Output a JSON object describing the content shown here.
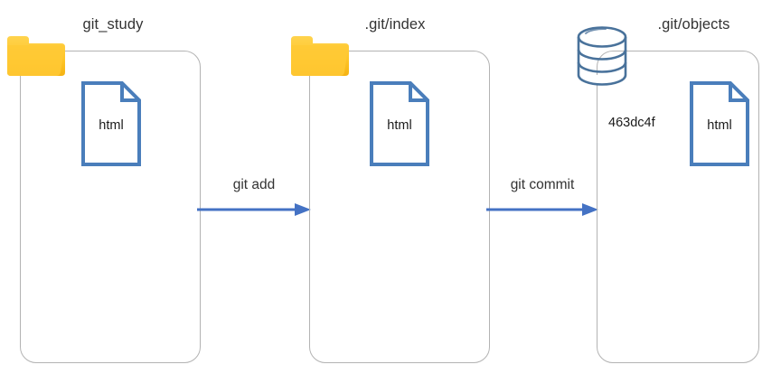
{
  "diagram": {
    "title": "git workflow: working directory to index to object store",
    "background": "#ffffff",
    "accent_blue": "#4472C4",
    "file_outline": "#4A7EBB",
    "folder_color": "#FFC629",
    "container_border": "#b3b3b3",
    "text_color": "#333333"
  },
  "areas": [
    {
      "id": "git-study",
      "label": "git_study",
      "icon": "folder-icon",
      "files": [
        {
          "label": "html",
          "icon": "file-icon"
        }
      ],
      "hash": ""
    },
    {
      "id": "git-index",
      "label": ".git/index",
      "icon": "folder-icon",
      "files": [
        {
          "label": "html",
          "icon": "file-icon"
        }
      ],
      "hash": ""
    },
    {
      "id": "git-objects",
      "label": ".git/objects",
      "icon": "database-icon",
      "files": [
        {
          "label": "html",
          "icon": "file-icon"
        }
      ],
      "hash": "463dc4f"
    }
  ],
  "arrows": [
    {
      "id": "git-add",
      "label": "git add",
      "from": "git_study",
      "to": ".git/index"
    },
    {
      "id": "git-commit",
      "label": "git commit",
      "from": ".git/index",
      "to": ".git/objects"
    }
  ],
  "watermark": {
    "text": ""
  }
}
